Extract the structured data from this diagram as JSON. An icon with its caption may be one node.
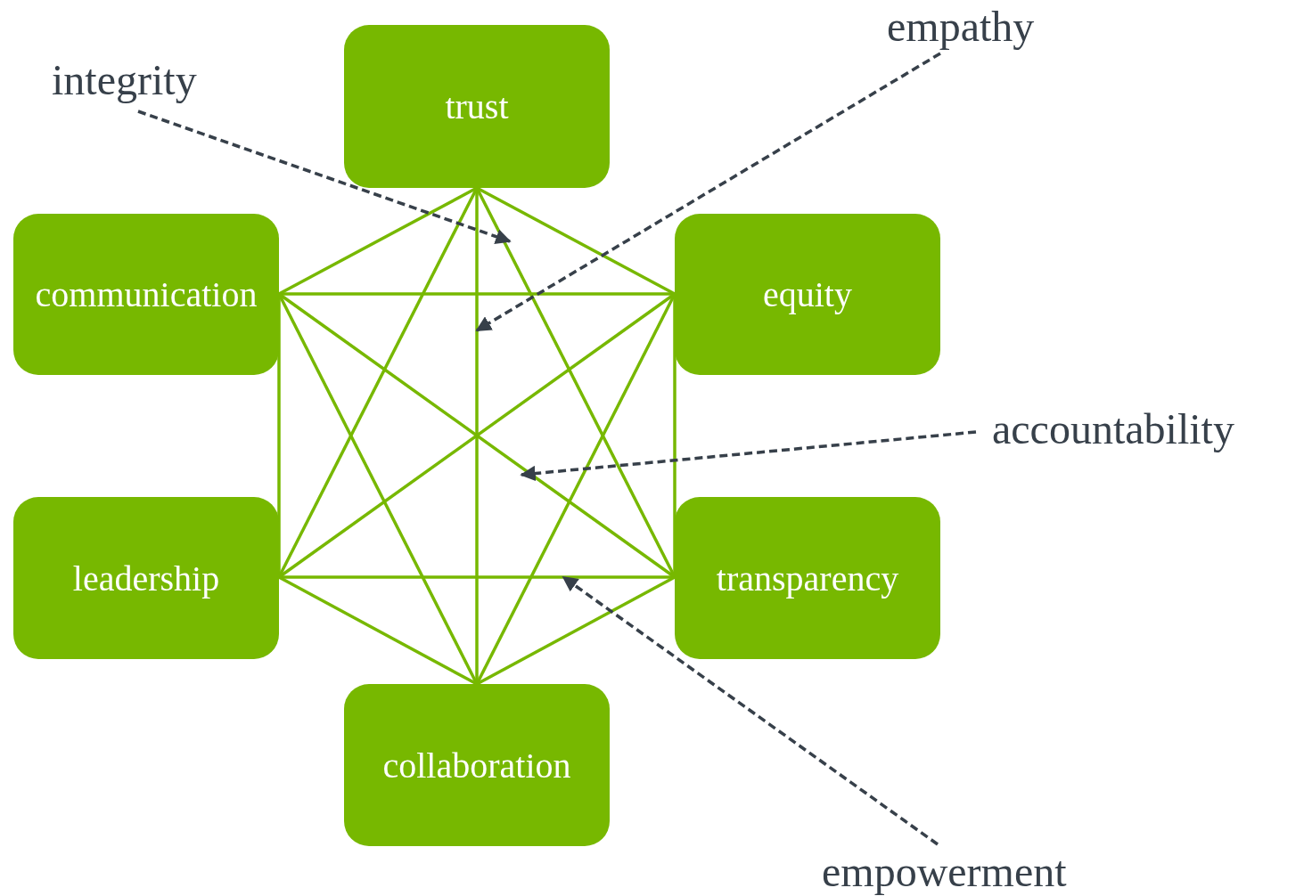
{
  "diagram": {
    "nodes": [
      {
        "text": [
          "trust"
        ]
      },
      {
        "text": [
          "communication"
        ]
      },
      {
        "text": [
          "equity"
        ]
      },
      {
        "text": [
          "leadership"
        ]
      },
      {
        "text": [
          "transparency"
        ]
      },
      {
        "text": [
          "collaboration"
        ]
      },
      {
        "text": [
          "integrity"
        ]
      },
      {
        "text": [
          "empathy"
        ]
      },
      {
        "text": [
          "accountability"
        ]
      },
      {
        "text": [
          "empowerment"
        ]
      }
    ],
    "edges": [
      {
        "from": 0,
        "to": 1,
        "arrow": "none"
      },
      {
        "from": 0,
        "to": 2,
        "arrow": "none"
      },
      {
        "from": 0,
        "to": 3,
        "arrow": "none"
      },
      {
        "from": 0,
        "to": 4,
        "arrow": "none"
      },
      {
        "from": 0,
        "to": 5,
        "arrow": "none"
      },
      {
        "from": 1,
        "to": 2,
        "arrow": "none"
      },
      {
        "from": 1,
        "to": 3,
        "arrow": "none"
      },
      {
        "from": 1,
        "to": 4,
        "arrow": "none"
      },
      {
        "from": 1,
        "to": 5,
        "arrow": "none"
      },
      {
        "from": 2,
        "to": 3,
        "arrow": "none"
      },
      {
        "from": 2,
        "to": 4,
        "arrow": "none"
      },
      {
        "from": 2,
        "to": 5,
        "arrow": "none"
      },
      {
        "from": 3,
        "to": 4,
        "arrow": "none"
      },
      {
        "from": 3,
        "to": 5,
        "arrow": "none"
      },
      {
        "from": 4,
        "to": 5,
        "arrow": "none"
      },
      {
        "from": 6,
        "to": null,
        "arrow": "to",
        "style": "dashed",
        "color": "#37404a"
      },
      {
        "from": 7,
        "to": null,
        "arrow": "to",
        "style": "dashed",
        "color": "#37404a"
      },
      {
        "from": 8,
        "to": null,
        "arrow": "to",
        "style": "dashed",
        "color": "#37404a"
      },
      {
        "from": 9,
        "to": null,
        "arrow": "to",
        "style": "dashed",
        "color": "#37404a"
      }
    ]
  }
}
